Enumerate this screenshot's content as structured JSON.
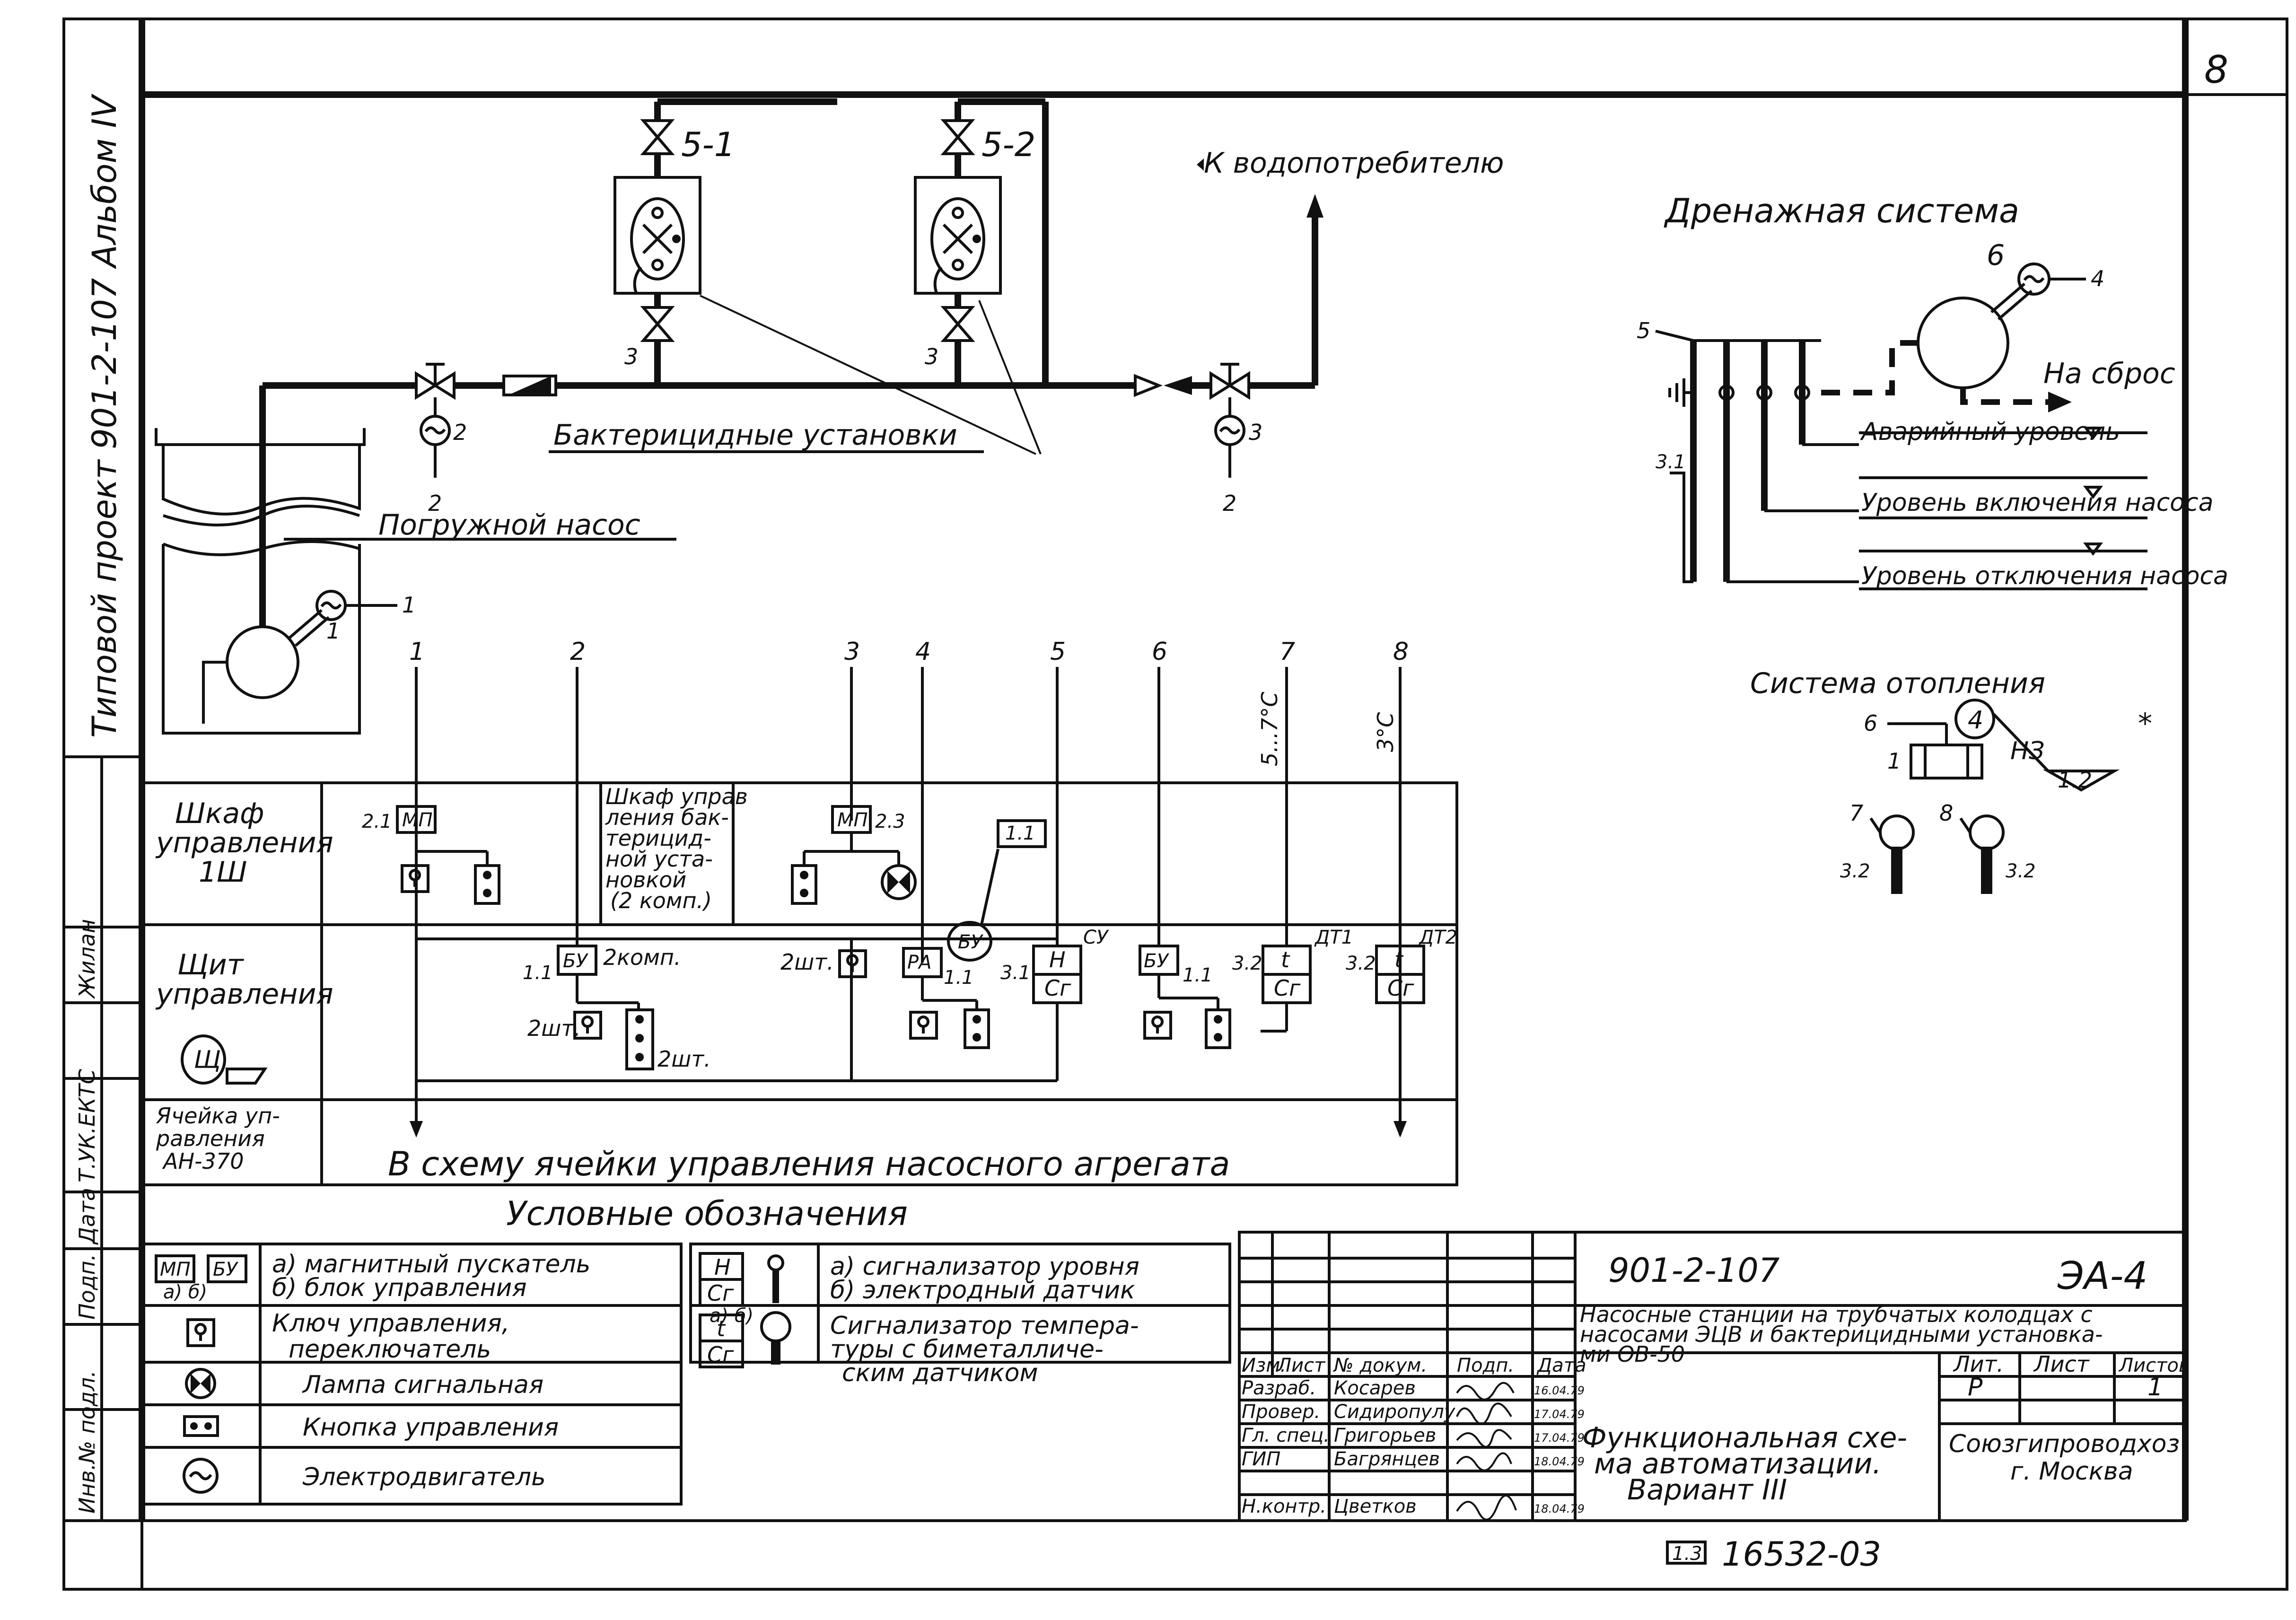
{
  "sheet": {
    "sheet_number": "8",
    "side_title": "Типовой проект 901-2-107 Альбом IV",
    "side_stamp": "Т.УК.ЕКТС",
    "side_fields": [
      "Жилан",
      "Дата",
      "Подп.",
      "Инв.№ подл."
    ]
  },
  "scheme": {
    "to_consumer": "К водопотребителю",
    "bactericidal_label": "Бактерицидные установки",
    "submersible_pump_label": "Погружной насос",
    "valve_5_1": "5-1",
    "valve_5_2": "5-2",
    "tags": {
      "motor_2": "2",
      "motor_2_line": "2",
      "motor_3": "3",
      "motor_3_line": "2",
      "unit_3a": "3",
      "unit_3b": "3",
      "pump_1": "1",
      "pump_1_line": "1"
    }
  },
  "drainage": {
    "title": "Дренажная система",
    "pump_tag": "6",
    "motor_line": "4",
    "discharge": "На сброс",
    "sensor_line": "5",
    "sensor_tag": "3.1",
    "levels": [
      "Аварийный уровень",
      "Уровень включения насоса",
      "Уровень отключения насоса"
    ]
  },
  "heating": {
    "title": "Система отопления",
    "circle_label": "4",
    "tag_6": "6",
    "tag_1": "1",
    "ne_label": "НЗ",
    "ref": "1.2",
    "sensor_7": "7",
    "sensor_8": "8",
    "sensor_tag_a": "3.2",
    "sensor_tag_b": "3.2"
  },
  "control_table": {
    "columns": [
      "1",
      "2",
      "3",
      "4",
      "5",
      "6",
      "7",
      "8"
    ],
    "col7_note": "5...7°С",
    "col8_note": "3°С",
    "rows": {
      "cabinet": "Шкаф управления 1Ш",
      "panel": "Щит управления",
      "panel_symbol": "Щ",
      "cell": "Ячейка управления АН-370"
    },
    "bact_cabinet_note": "Шкаф управления бактерицидной установкой (2 комп.)",
    "elements": {
      "mp1_tag": "2.1",
      "mp1": "МП",
      "mp2": "МП",
      "mp2_tag": "2.3",
      "by1_tag": "1.1",
      "by1": "БУ",
      "by1_note": "2комп.",
      "key_2sht_a": "2шт.",
      "key_2sht_b": "2шт.",
      "btn_2sht": "2шт.",
      "ra": "РА",
      "ra_tag": "1.1",
      "by_ref": "1.1",
      "by_circle": "БУ",
      "cy_tag": "3.1",
      "cy_top": "Н",
      "cy_bottom": "Сг",
      "cy_label": "СУ",
      "by2_tag": "1.1",
      "by2": "БУ",
      "dt1_tag": "3.2",
      "dt1_top": "t",
      "dt1_bottom": "Сг",
      "dt1_label": "ДТ1",
      "dt2_tag": "3.2",
      "dt2_top": "t",
      "dt2_bottom": "Сг",
      "dt2_label": "ДТ2"
    },
    "bottom_note": "В схему ячейки управления насосного агрегата"
  },
  "legend": {
    "title": "Условные обозначения",
    "left": [
      {
        "symbol": "МП  БУ",
        "sub": "а)   б)",
        "text": "а) магнитный пускатель б) блок управления"
      },
      {
        "symbol": "key",
        "text": "Ключ управления, переключатель"
      },
      {
        "symbol": "lamp",
        "text": "Лампа сигнальная"
      },
      {
        "symbol": "button",
        "text": "Кнопка управления"
      },
      {
        "symbol": "motor",
        "text": "Электродвигатель"
      }
    ],
    "right": [
      {
        "symbol_top": "Н",
        "symbol_bottom": "Сг",
        "sub": "а)  б)",
        "text": "а) сигнализатор уровня б) электродный датчик"
      },
      {
        "symbol_top": "t",
        "symbol_bottom": "Сг",
        "text": "Сигнализатор температуры с биметаллическим датчиком"
      }
    ]
  },
  "title_block": {
    "code": "901-2-107",
    "sheet_code": "ЭА-4",
    "description": "Насосные станции на трубчатых колодцах с насосами ЭЦВ и бактерицидными установками ОВ-50",
    "header": [
      "Изм.",
      "Лист",
      "№ докум.",
      "Подп.",
      "Дата"
    ],
    "rows": [
      {
        "role": "Разраб.",
        "name": "Косарев",
        "date": "16.04.79"
      },
      {
        "role": "Провер.",
        "name": "Сидиропулу",
        "date": "17.04.79"
      },
      {
        "role": "Гл. спец.",
        "name": "Григорьев",
        "date": "17.04.79"
      },
      {
        "role": "ГИП",
        "name": "Багрянцев",
        "date": "18.04.79"
      },
      {
        "role": "Н.контр.",
        "name": "Цветков",
        "date": "18.04.79"
      }
    ],
    "lit_label": "Лит.",
    "sheet_label": "Лист",
    "sheets_label": "Листов",
    "lit": "Р",
    "sheets": "1",
    "drawing_title": "Функциональная схема автоматизации. Вариант III",
    "organization": "Союзгипроводхоз г. Москва"
  },
  "footer": {
    "stamp": "1.3",
    "inventory": "16532-03"
  }
}
